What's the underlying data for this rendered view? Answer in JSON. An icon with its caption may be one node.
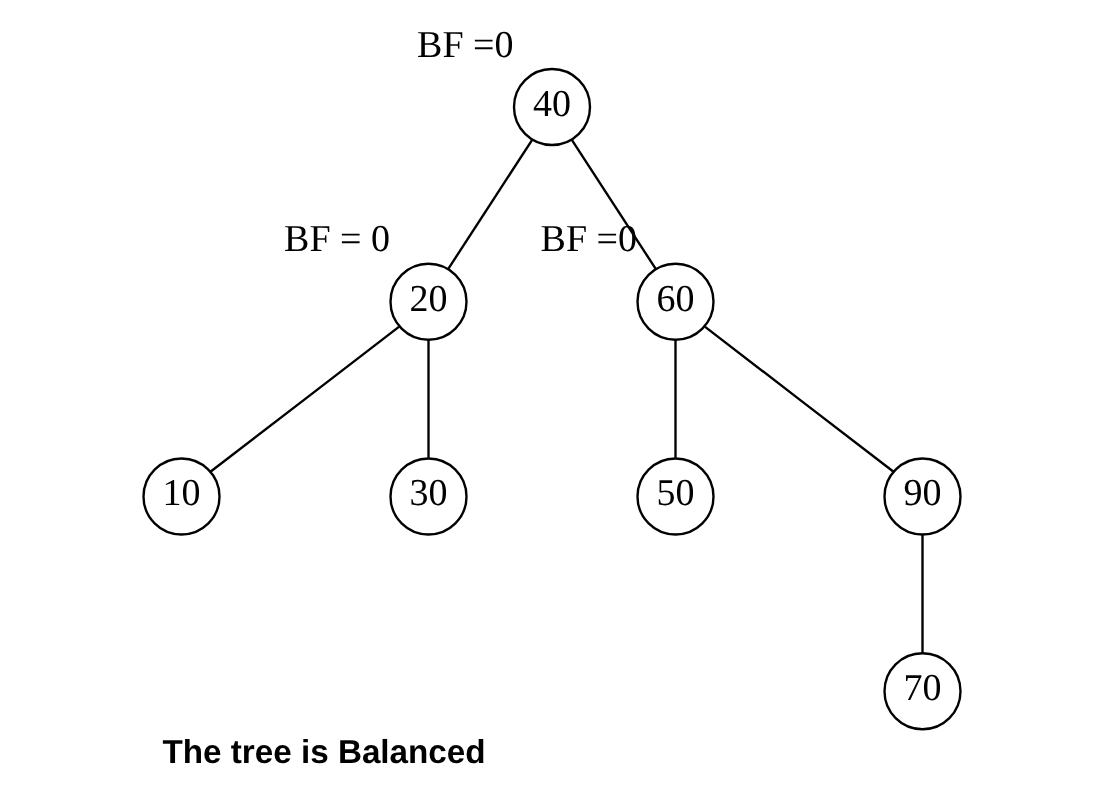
{
  "diagram": {
    "caption": "The tree is Balanced",
    "nodes": [
      {
        "text": [
          "40"
        ],
        "beside": [
          "BF =0"
        ]
      },
      {
        "text": [
          "20"
        ],
        "beside": [
          "BF = 0"
        ]
      },
      {
        "text": [
          "60"
        ],
        "beside": [
          "BF =0"
        ]
      },
      {
        "text": [
          "10"
        ]
      },
      {
        "text": [
          "30"
        ]
      },
      {
        "text": [
          "50"
        ]
      },
      {
        "text": [
          "90"
        ]
      },
      {
        "text": [
          "70"
        ]
      }
    ],
    "edges": [
      {
        "from": 0,
        "to": 1,
        "arrow": "none"
      },
      {
        "from": 0,
        "to": 2,
        "arrow": "none"
      },
      {
        "from": 1,
        "to": 3,
        "arrow": "none"
      },
      {
        "from": 1,
        "to": 4,
        "arrow": "none"
      },
      {
        "from": 2,
        "to": 5,
        "arrow": "none"
      },
      {
        "from": 2,
        "to": 6,
        "arrow": "none"
      },
      {
        "from": 6,
        "to": 7,
        "arrow": "none"
      }
    ]
  }
}
